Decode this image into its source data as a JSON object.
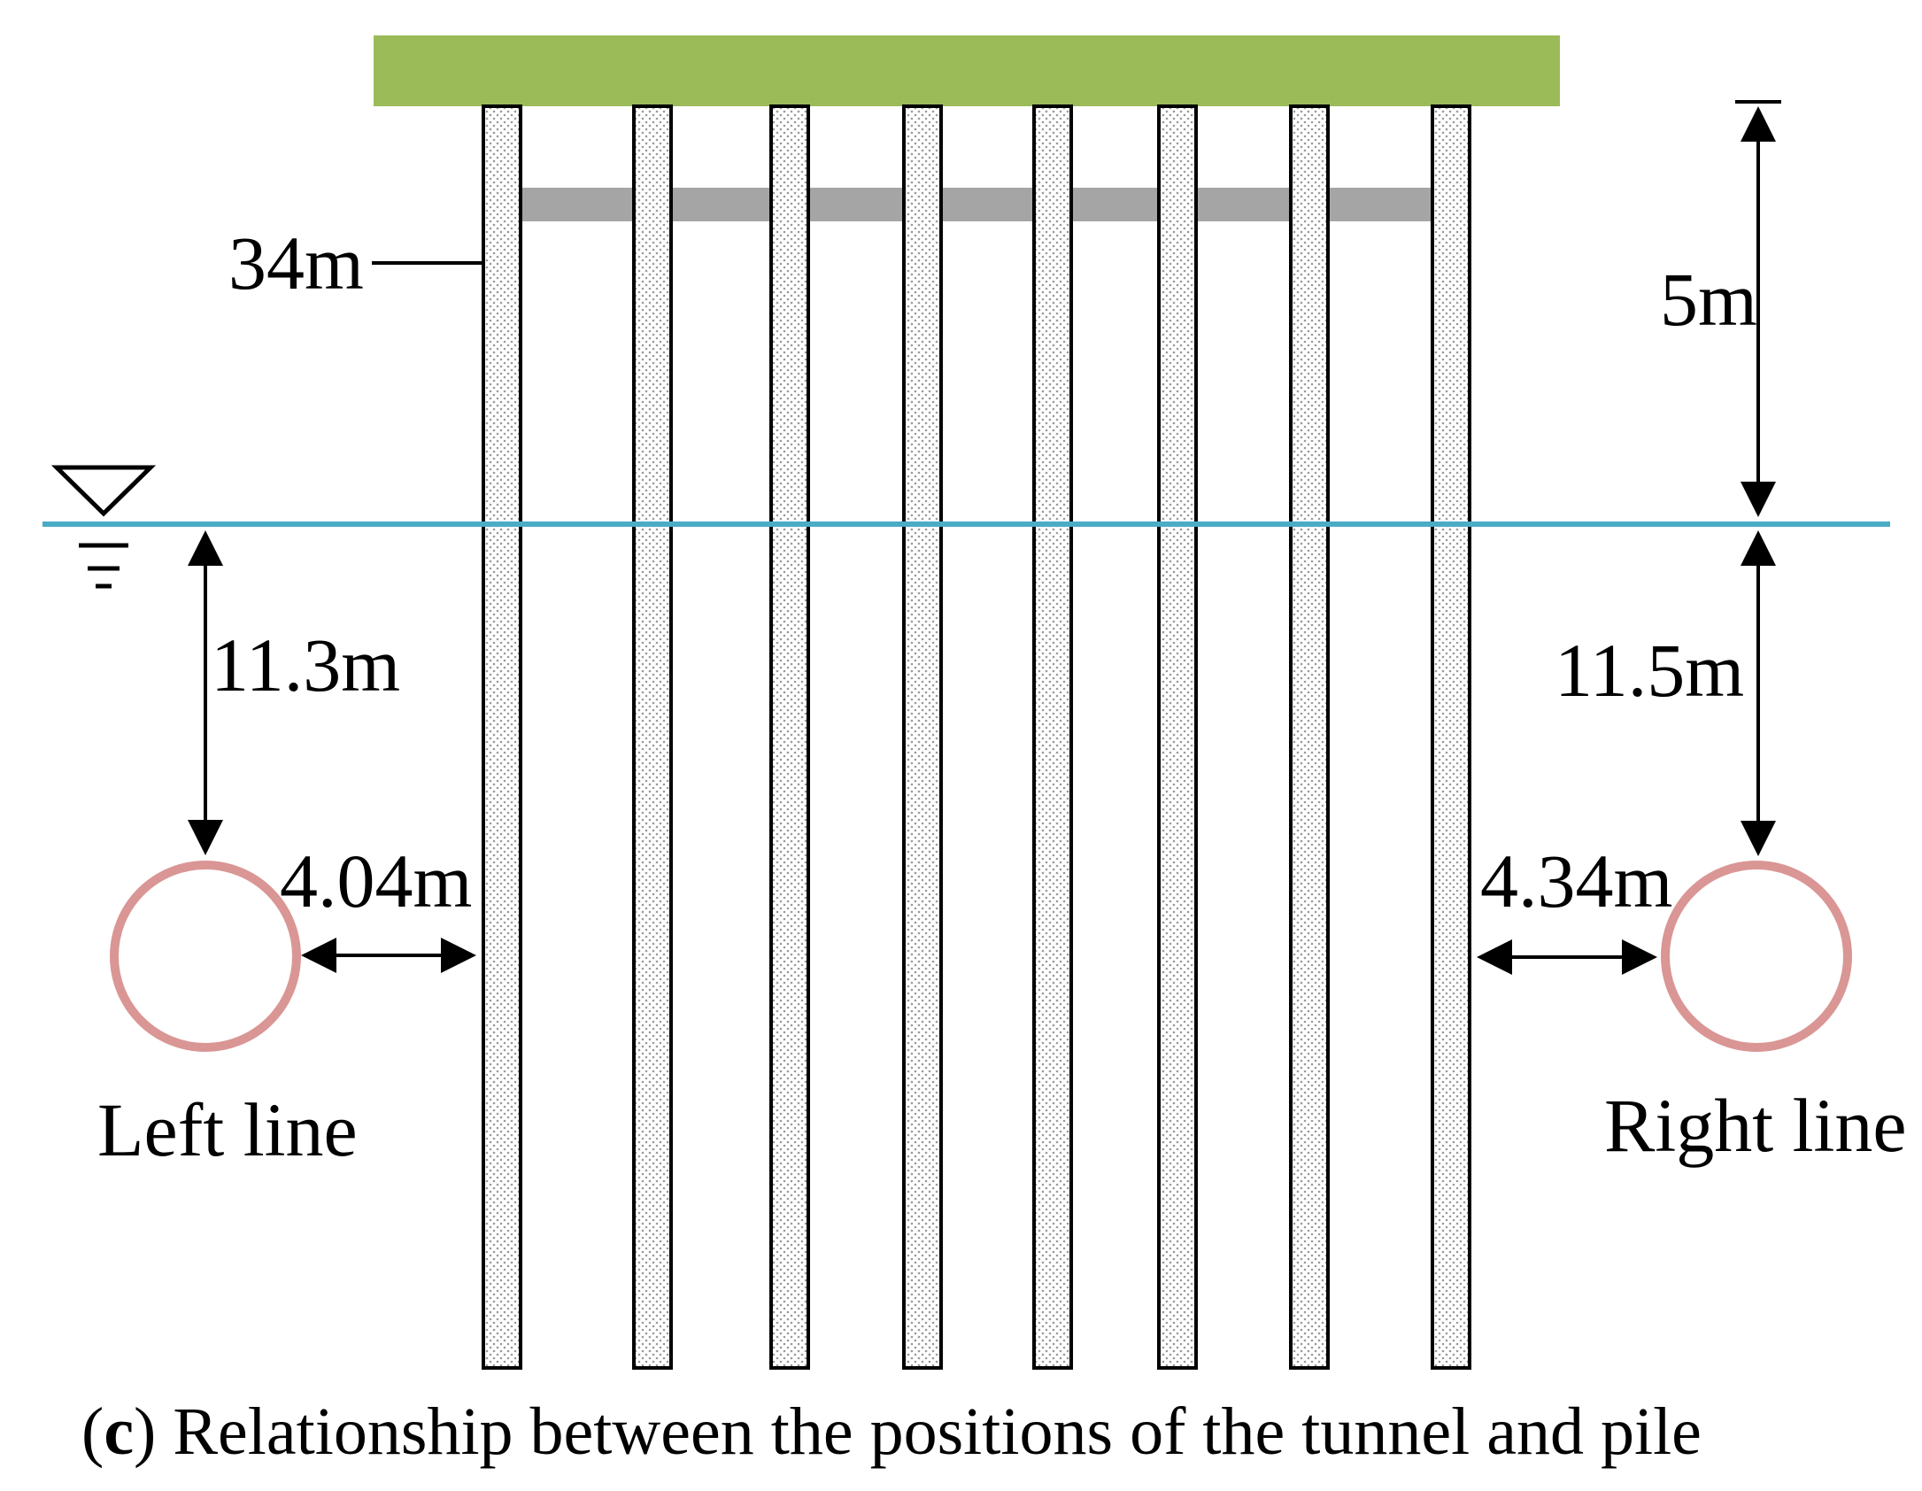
{
  "diagram": {
    "pile_length_label": "34m",
    "top_depth_label": "5m",
    "left_depth_label": "11.3m",
    "right_depth_label": "11.5m",
    "left_clearance_label": "4.04m",
    "right_clearance_label": "4.34m",
    "left_tunnel_label": "Left line",
    "right_tunnel_label": "Right line",
    "caption_letter": "c",
    "caption_text": "Relationship between the positions of the tunnel and pile"
  },
  "colors": {
    "cap_beam": "#9bbb59",
    "tie_beam": "#a5a5a5",
    "water_line": "#4bacc6",
    "tunnel_ring": "#d99694",
    "pile_outline": "#000000"
  },
  "icons": {
    "water_level": "water-level-icon"
  }
}
